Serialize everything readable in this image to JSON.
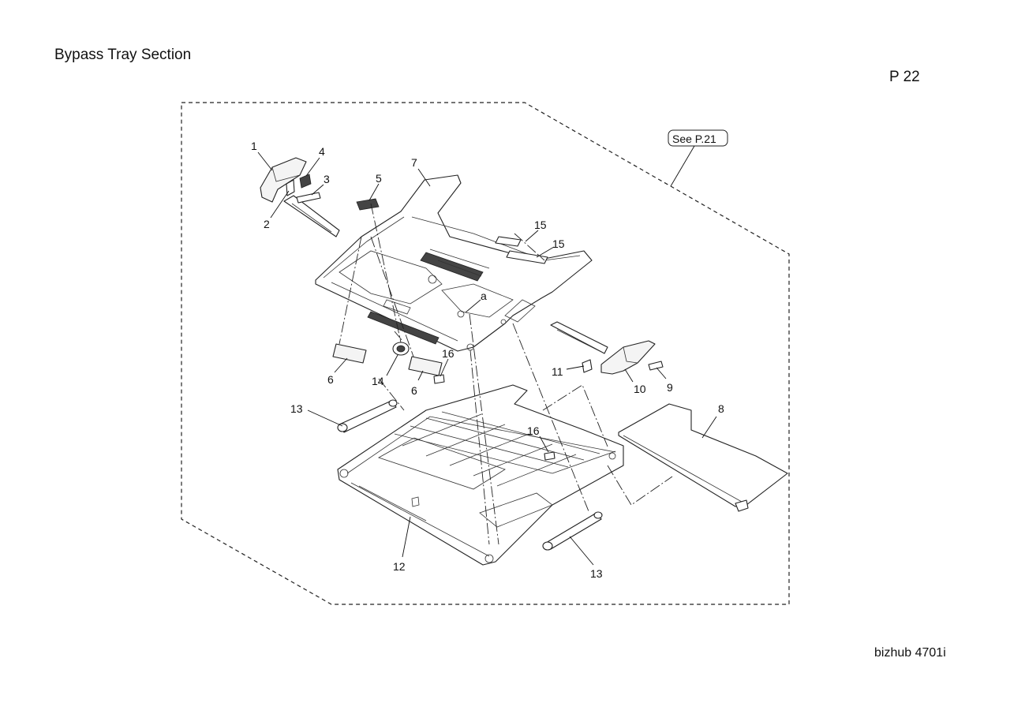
{
  "header": {
    "title": "Bypass Tray Section",
    "page": "P 22"
  },
  "footer": {
    "model": "bizhub 4701i"
  },
  "diagram": {
    "reference": "See P.21",
    "callouts": [
      "1",
      "4",
      "3",
      "2",
      "5",
      "7",
      "15",
      "15",
      "a",
      "16",
      "6",
      "14",
      "6",
      "13",
      "11",
      "10",
      "9",
      "8",
      "16",
      "12",
      "13"
    ]
  }
}
